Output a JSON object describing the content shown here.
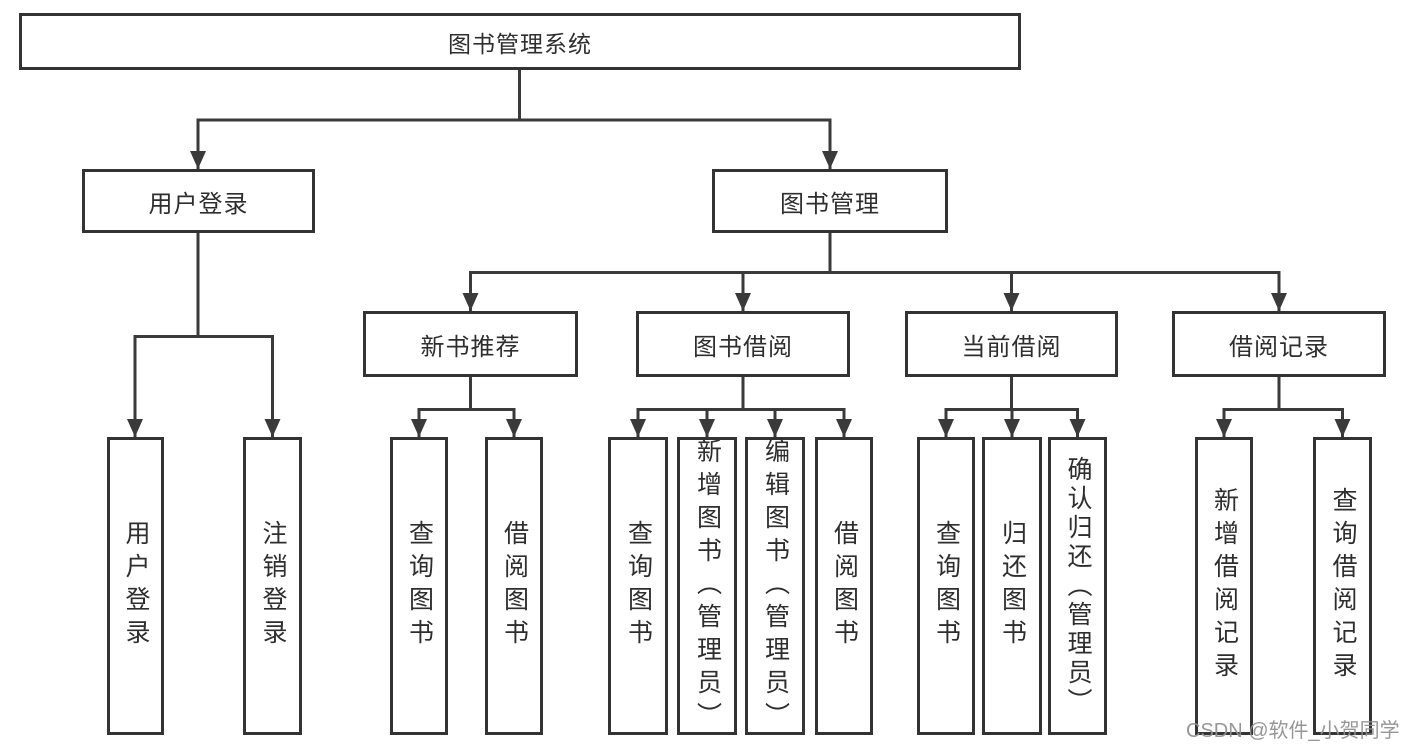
{
  "diagram_type": "hierarchy-tree",
  "colors": {
    "line": "#3a3a3a",
    "box_border": "#333333",
    "text": "#2e2e2e",
    "watermark": "#919191",
    "background": "#ffffff"
  },
  "tree": {
    "root": {
      "label": "图书管理系统",
      "children": [
        {
          "label": "用户登录",
          "children": [
            {
              "label": "用户登录"
            },
            {
              "label": "注销登录"
            }
          ]
        },
        {
          "label": "图书管理",
          "children": [
            {
              "label": "新书推荐",
              "children": [
                {
                  "label": "查询图书"
                },
                {
                  "label": "借阅图书"
                }
              ]
            },
            {
              "label": "图书借阅",
              "children": [
                {
                  "label": "查询图书"
                },
                {
                  "label": "新增图书（管理员）"
                },
                {
                  "label": "编辑图书（管理员）"
                },
                {
                  "label": "借阅图书"
                }
              ]
            },
            {
              "label": "当前借阅",
              "children": [
                {
                  "label": "查询图书"
                },
                {
                  "label": "归还图书"
                },
                {
                  "label": "确认归还（管理员）"
                }
              ]
            },
            {
              "label": "借阅记录",
              "children": [
                {
                  "label": "新增借阅记录"
                },
                {
                  "label": "查询借阅记录"
                }
              ]
            }
          ]
        }
      ]
    }
  },
  "watermark": {
    "text": "CSDN @软件_小贺同学"
  }
}
